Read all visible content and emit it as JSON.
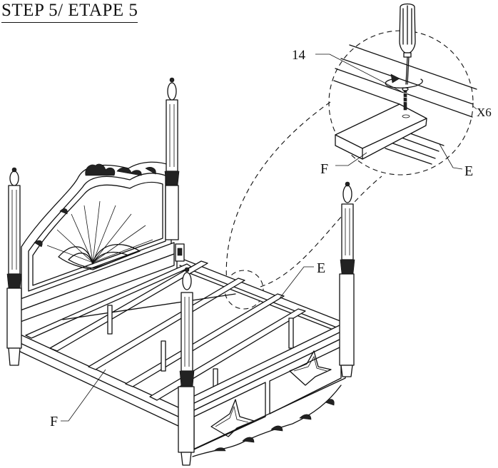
{
  "title": "STEP 5/ ETAPE 5",
  "labels": {
    "part_14": "14",
    "quantity": "X6",
    "detail_f": "F",
    "detail_e": "E",
    "main_e": "E",
    "main_f": "F"
  },
  "icons": [
    "screwdriver-icon",
    "screw-icon",
    "rotation-arrow-icon"
  ]
}
